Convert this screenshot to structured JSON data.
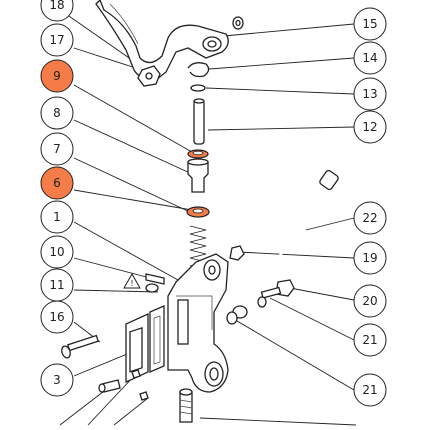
{
  "diagram": {
    "highlight_color": "#f47c48",
    "callout_stroke": "#222222",
    "callouts": [
      {
        "label": "18",
        "highlighted": false
      },
      {
        "label": "17",
        "highlighted": false
      },
      {
        "label": "9",
        "highlighted": true
      },
      {
        "label": "8",
        "highlighted": false
      },
      {
        "label": "7",
        "highlighted": false
      },
      {
        "label": "6",
        "highlighted": true
      },
      {
        "label": "1",
        "highlighted": false
      },
      {
        "label": "10",
        "highlighted": false
      },
      {
        "label": "11",
        "highlighted": false
      },
      {
        "label": "16",
        "highlighted": false
      },
      {
        "label": "3",
        "highlighted": false
      },
      {
        "label": "15",
        "highlighted": false
      },
      {
        "label": "14",
        "highlighted": false
      },
      {
        "label": "13",
        "highlighted": false
      },
      {
        "label": "12",
        "highlighted": false
      },
      {
        "label": "22",
        "highlighted": false
      },
      {
        "label": "19",
        "highlighted": false
      },
      {
        "label": "20",
        "highlighted": false
      },
      {
        "label": "21",
        "highlighted": false
      },
      {
        "label": "21",
        "highlighted": false
      }
    ]
  }
}
